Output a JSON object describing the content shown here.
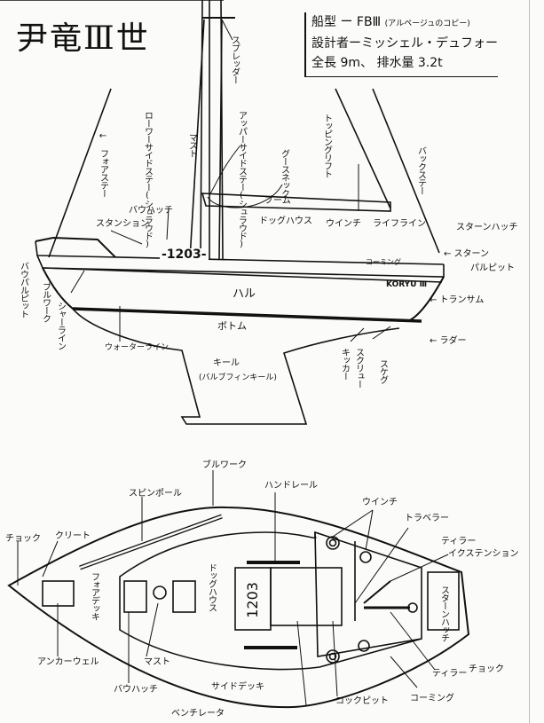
{
  "title": "尹竜Ⅲ世",
  "specs": {
    "type_line": "船型 ー FBⅢ",
    "type_note": "(アルページュのコピー)",
    "designer_line": "設計者ーミッシェル・デュフォー",
    "size_line": "全長 9m、 排水量 3.2t"
  },
  "side_view": {
    "spreader": "スプレッダー",
    "forestay": "← フォアステー",
    "lower_shroud": "ローワーサイドステー(シュラウド)",
    "mast": "マスト",
    "upper_shroud": "アッパーサイドステー(シュラウド)",
    "gooseneck": "グースネック",
    "boom": "ブーム",
    "topping_lift": "トッピングリフト",
    "backstay": "バックステー",
    "stanchion": "スタンション",
    "bow_hatch": "バウハッチ",
    "doghouse": "ドッグハウス",
    "winch": "ウインチ",
    "lifeline": "ライフライン",
    "stern_hatch": "スターンハッチ",
    "stern_pulpit_1": "← スターン",
    "stern_pulpit_2": "パルピット",
    "coaming": "コーミング",
    "sail_number": "-1203-",
    "boat_name": "KORYU Ⅲ",
    "transom": "← トランサム",
    "hull": "ハル",
    "bottom": "ボトム",
    "rudder": "← ラダー",
    "bow_pulpit": "バウパルピット",
    "bulwark": "ブルワーク",
    "sheer_line": "シャーライン",
    "water_line": "ウォーターライン",
    "keel": "キール",
    "keel_type": "(バルブフィンキール)",
    "kicker": "キッカー",
    "screw": "スクリュー",
    "skeg": "スケグ"
  },
  "top_view": {
    "bulwark": "ブルワーク",
    "spin_pole": "スピンポール",
    "handrail": "ハンドレール",
    "winch": "ウインチ",
    "traveler": "トラベラー",
    "tiller_ext_1": "ティラー",
    "tiller_ext_2": "イクステンション",
    "chock_bow": "チョック",
    "cleat": "クリート",
    "foredeck": "フォアデッキ",
    "doghouse": "ドッグハウス",
    "sail_number": "1203",
    "stern_hatch": "スターンハッチ",
    "anchor_well": "アンカーウェル",
    "mast": "マスト",
    "bow_hatch": "バウハッチ",
    "side_deck": "サイドデッキ",
    "ventilator": "ベンチレータ",
    "cockpit": "コックピット",
    "coaming": "コーミング",
    "tiller": "ティラー",
    "chock_stern": "チョック"
  }
}
